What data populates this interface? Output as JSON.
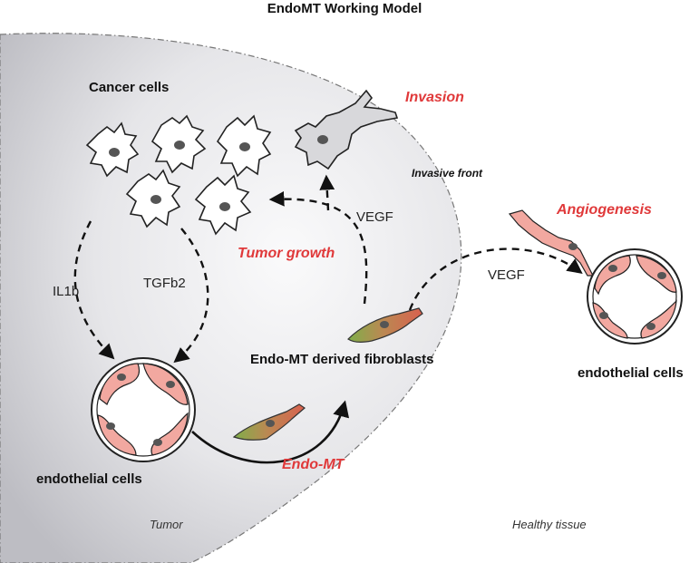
{
  "title": "EndoMT Working Model",
  "labels": {
    "cancer_cells": "Cancer cells",
    "invasion": "Invasion",
    "invasive_front": "Invasive  front",
    "vegf_up": "VEGF",
    "angiogenesis": "Angiogenesis",
    "tumor_growth": "Tumor growth",
    "il1b": "IL1b",
    "tgfb2": "TGFb2",
    "vegf_right": "VEGF",
    "fibroblasts": "Endo-MT derived fibroblasts",
    "endothelial_left": "endothelial cells",
    "endothelial_right": "endothelial cells",
    "endo_mt": "Endo-MT",
    "tumor": "Tumor",
    "healthy_tissue": "Healthy tissue"
  },
  "colors": {
    "highlight_red": "#e0393a",
    "vessel_pink": "#f2a8a0",
    "fibroblast_green": "#7fae4a",
    "fibroblast_red": "#d9614f",
    "tumor_region_light": "#f4f4f6",
    "tumor_region_dark": "#b9b9bf"
  }
}
